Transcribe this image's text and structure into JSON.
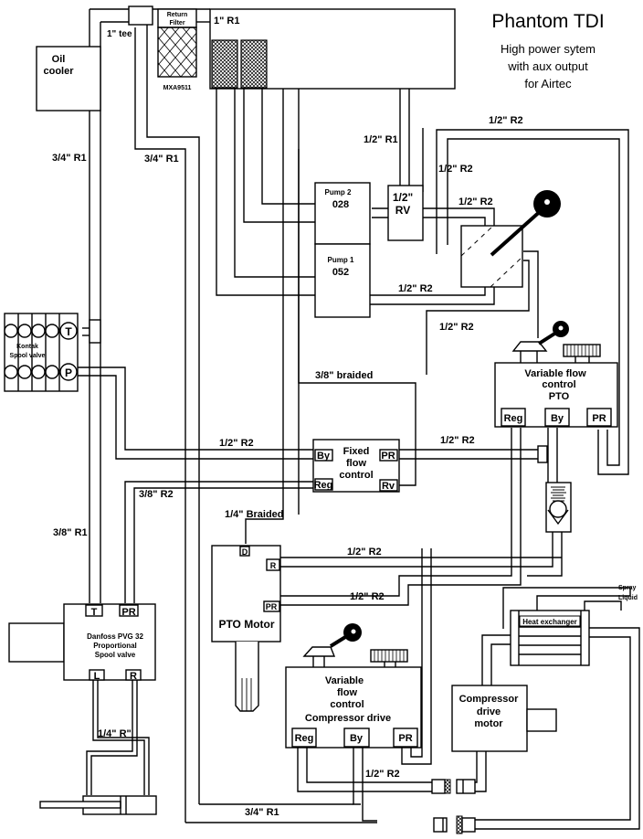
{
  "title": {
    "main": "Phantom TDI",
    "sub1": "High power sytem",
    "sub2": "with aux output",
    "sub3": "for Airtec"
  },
  "components": {
    "oil_cooler": [
      "Oil",
      "cooler"
    ],
    "return_filter": [
      "Return",
      "Filter"
    ],
    "filter_part": "MXA9511",
    "pump2": [
      "Pump 2",
      "028"
    ],
    "pump1": [
      "Pump 1",
      "052"
    ],
    "rv": [
      "1/2\"",
      "RV"
    ],
    "spool_valve": [
      "Kontak",
      "Spool valve"
    ],
    "spool_ports": {
      "t": "T",
      "p": "P"
    },
    "fixed_flow": [
      "Fixed",
      "flow",
      "control"
    ],
    "fixed_ports": {
      "by": "By",
      "pr": "PR",
      "reg": "Reg",
      "rv": "Rv"
    },
    "vfc_pto": [
      "Variable flow",
      "control",
      "PTO"
    ],
    "vfc_pto_ports": {
      "reg": "Reg",
      "by": "By",
      "pr": "PR"
    },
    "pto_motor": "PTO Motor",
    "pto_ports": {
      "d": "D",
      "r": "R",
      "pr": "PR"
    },
    "danfoss": [
      "Danfoss PVG 32",
      "Proportional",
      "Spool valve"
    ],
    "danfoss_ports": {
      "t": "T",
      "pr": "PR",
      "l": "L",
      "r": "R"
    },
    "vfc_comp": [
      "Variable",
      "flow",
      "control",
      "Compressor drive"
    ],
    "vfc_comp_ports": {
      "reg": "Reg",
      "by": "By",
      "pr": "PR"
    },
    "heat_exchanger": "Heat exchanger",
    "spray_liquid": [
      "Spray",
      "Liquid"
    ],
    "comp_motor": [
      "Compressor",
      "drive",
      "motor"
    ]
  },
  "hose_labels": {
    "tee": "1\" tee",
    "r1_1in": "1\" R1",
    "r1_34_left": "3/4\" R1",
    "r1_34_mid": "3/4\" R1",
    "r1_12": "1/2\" R1",
    "r2_top": "1/2\" R2",
    "r2_outer": "1/2\" R2",
    "r2_rv": "1/2\" R2",
    "r2_pump1": "1/2\" R2",
    "r2_right": "1/2\" R2",
    "braided_38": "3/8\" braided",
    "r2_fixed_by": "1/2\" R2",
    "r2_fixed_pr": "1/2\" R2",
    "r2_38": "3/8\" R2",
    "r1_38": "3/8\" R1",
    "braided_14": "1/4\" Braided",
    "r2_pto_r": "1/2\" R2",
    "r2_pto_pr": "1/2\" R2",
    "r_14": "1/4\" R\"",
    "r2_comp": "1/2\" R2",
    "r1_34_bottom": "3/4\" R1"
  }
}
